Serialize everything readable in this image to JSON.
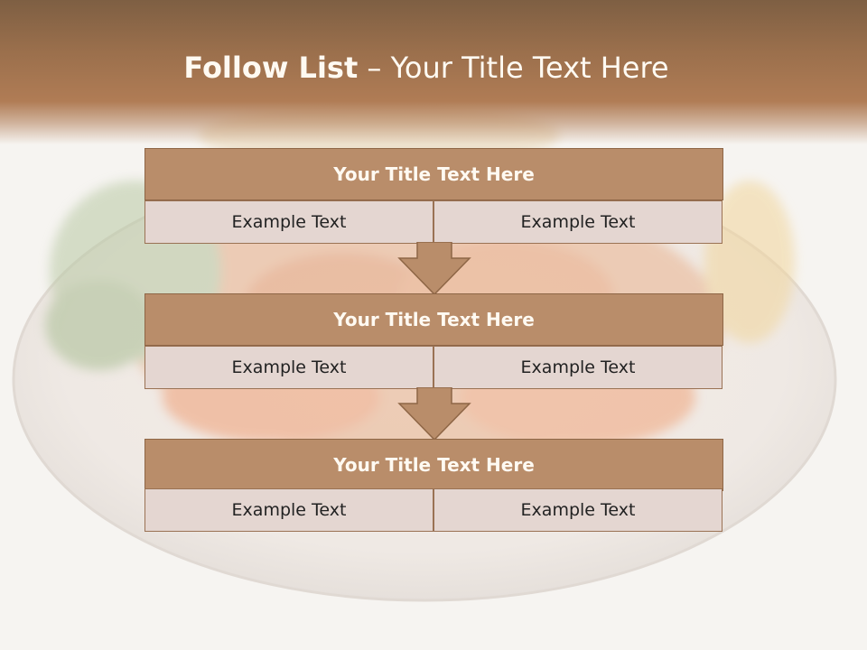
{
  "slide": {
    "title_bold": "Follow List",
    "title_rest": " – Your Title Text Here"
  },
  "blocks": [
    {
      "title": "Your Title Text Here",
      "left": "Example Text",
      "right": "Example Text"
    },
    {
      "title": "Your Title Text Here",
      "left": "Example Text",
      "right": "Example Text"
    },
    {
      "title": "Your Title Text Here",
      "left": "Example Text",
      "right": "Example Text"
    }
  ],
  "colors": {
    "header": "#9a6f4c",
    "block_title_fill": "#b98d6a",
    "cell_fill": "#e4d6d1",
    "arrow_fill": "#b98d6a"
  },
  "background": {
    "photo": "food-plate-background"
  }
}
